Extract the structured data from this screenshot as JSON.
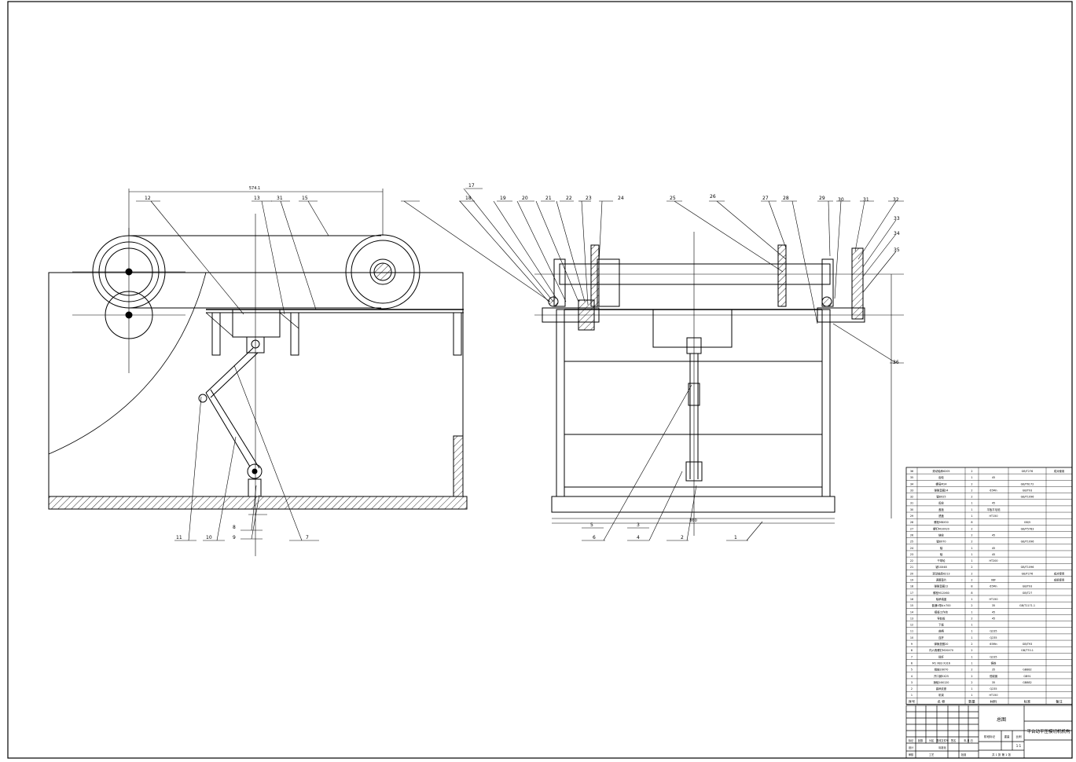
{
  "drawing": {
    "title_cn": "总图",
    "product_name": "平台动平压模切机机构"
  },
  "left_view": {
    "balloons": [
      "12",
      "13",
      "31",
      "15",
      "11",
      "10",
      "8",
      "9",
      "7"
    ],
    "dim_top": "574.1"
  },
  "right_view": {
    "balloons": [
      "17",
      "18",
      "19",
      "20",
      "21",
      "22",
      "23",
      "24",
      "25",
      "26",
      "27",
      "28",
      "29",
      "30",
      "31",
      "32",
      "33",
      "34",
      "35",
      "36",
      "6",
      "5",
      "4",
      "3",
      "2",
      "1"
    ],
    "dim_bottom": "860"
  },
  "bom": {
    "header": [
      "序号",
      "名 称",
      "数量",
      "材料",
      "标准",
      "备注"
    ],
    "rows": [
      [
        "36",
        "滚动轴承6205",
        "2",
        "",
        "GB/T276",
        "成对使用"
      ],
      [
        "35",
        "齿轮",
        "1",
        "45",
        "",
        ""
      ],
      [
        "34",
        "螺母M24",
        "2",
        "",
        "GB/T6172",
        ""
      ],
      [
        "33",
        "弹簧垫圈24",
        "2",
        "65Mn",
        "GB/T93",
        ""
      ],
      [
        "32",
        "键8X25",
        "2",
        "",
        "GB/T1096",
        ""
      ],
      [
        "31",
        "齿轮",
        "1",
        "45",
        "",
        ""
      ],
      [
        "30",
        "盖板",
        "1",
        "平板平毛毡",
        "",
        ""
      ],
      [
        "29",
        "透盖",
        "1",
        "HT150",
        "",
        ""
      ],
      [
        "28",
        "螺栓M8X30",
        "8",
        "",
        "GB/5",
        ""
      ],
      [
        "27",
        "螺钉M10X20",
        "2",
        "",
        "GB/T5783",
        ""
      ],
      [
        "26",
        "链轮",
        "2",
        "45",
        "",
        ""
      ],
      [
        "25",
        "键8X70",
        "2",
        "",
        "GB/T1096",
        ""
      ],
      [
        "24",
        "轴",
        "1",
        "45",
        "",
        ""
      ],
      [
        "23",
        "轴",
        "1",
        "45",
        "",
        ""
      ],
      [
        "22",
        "干带轮",
        "1",
        "HT200",
        "",
        ""
      ],
      [
        "21",
        "键10X48",
        "2",
        "",
        "GB/T1096",
        ""
      ],
      [
        "20",
        "滚动轴承6213",
        "2",
        "",
        "GB/T276",
        "成对使用"
      ],
      [
        "19",
        "调整垫片",
        "2",
        "08F",
        "",
        "成组使用"
      ],
      [
        "18",
        "弹簧垫圈12",
        "8",
        "65Mn",
        "GB/T93",
        ""
      ],
      [
        "17",
        "螺栓M12X60",
        "8",
        "",
        "GB/T27",
        ""
      ],
      [
        "16",
        "轴承端盖",
        "1",
        "HT150",
        "",
        ""
      ],
      [
        "15",
        "普通V带A×700",
        "2",
        "35",
        "GB/T1171.1",
        ""
      ],
      [
        "14",
        "模板工作台",
        "1",
        "45",
        "",
        ""
      ],
      [
        "13",
        "导轨板",
        "2",
        "45",
        "",
        ""
      ],
      [
        "12",
        "下板",
        "1",
        "",
        "",
        ""
      ],
      [
        "11",
        "曲柄",
        "1",
        "Q235",
        "",
        ""
      ],
      [
        "10",
        "连杆",
        "1",
        "Q235",
        "",
        ""
      ],
      [
        "9",
        "弹簧垫圈20",
        "2",
        "65Mn",
        "GB/T93",
        ""
      ],
      [
        "8",
        "内六角螺钉M20X70",
        "2",
        "",
        "GB/T70.1",
        ""
      ],
      [
        "7",
        "摇杆",
        "1",
        "Q235",
        "",
        ""
      ],
      [
        "6",
        "M1 XB3 X316",
        "1",
        "铸铁",
        "",
        ""
      ],
      [
        "5",
        "销轴16X70",
        "2",
        "35",
        "GB882",
        ""
      ],
      [
        "4",
        "开口销5X25",
        "2",
        "低碳钢",
        "GB91",
        ""
      ],
      [
        "3",
        "销轴16X120",
        "2",
        "35",
        "GB882",
        ""
      ],
      [
        "2",
        "曲柄支座",
        "1",
        "Q235",
        "",
        ""
      ],
      [
        "1",
        "机架",
        "1",
        "HT150",
        "",
        ""
      ]
    ]
  },
  "title_block": {
    "drawing_name": "总图",
    "company": "平台动平压模切机机构",
    "stage_label": "阶段标记",
    "weight_label": "重量",
    "scale_label": "比例",
    "scale": "1:1",
    "sheets": "共 1 张  第 1 张",
    "row_marks": [
      "标记",
      "处数",
      "分区",
      "更改文件号",
      "签名",
      "年.月.日"
    ],
    "row_roles": [
      "设计",
      "标准化",
      "审核",
      "工艺",
      "批准"
    ]
  }
}
